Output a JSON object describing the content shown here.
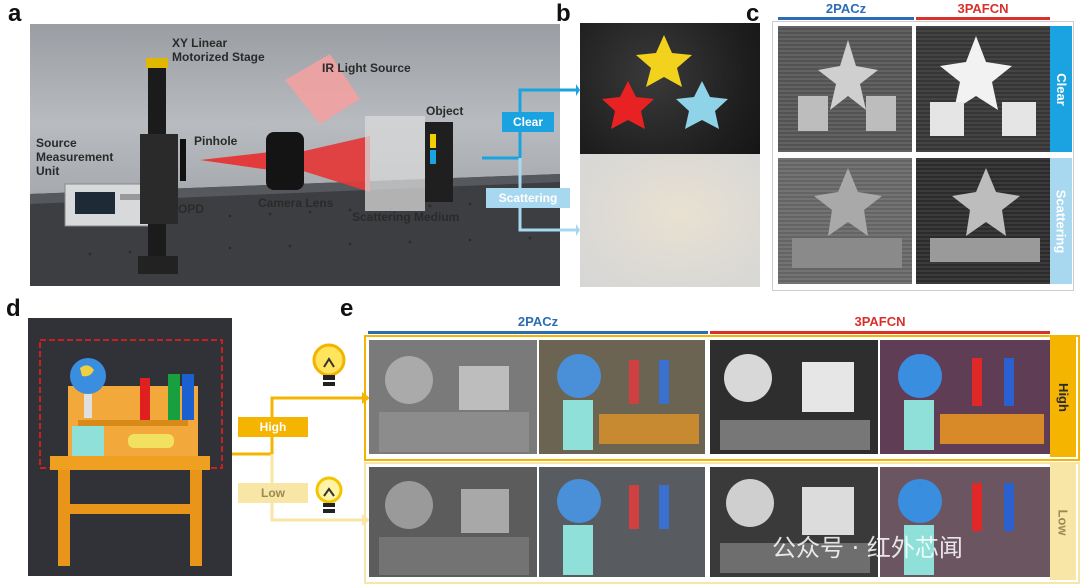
{
  "panels": {
    "a": "a",
    "b": "b",
    "c": "c",
    "d": "d",
    "e": "e"
  },
  "panel_a": {
    "xy_stage": "XY Linear\nMotorized Stage",
    "ir_source": "IR Light Source",
    "object": "Object",
    "smu": "Source\nMeasurement\nUnit",
    "pinhole": "Pinhole",
    "opd": "OPD",
    "camera_lens": "Camera Lens",
    "medium": "Scattering Medium"
  },
  "arrow_tags": {
    "clear": "Clear",
    "scattering": "Scattering",
    "high": "High",
    "low": "Low"
  },
  "panel_c": {
    "col1": "2PACz",
    "col2": "3PAFCN",
    "row1": "Clear",
    "row2": "Scattering"
  },
  "panel_e": {
    "col1": "2PACz",
    "col2": "3PAFCN",
    "row1": "High",
    "row2": "Low"
  },
  "colors": {
    "blue": "#1aa3e0",
    "light_blue": "#a8d8f0",
    "red": "#d9302c",
    "yellow": "#f5b400",
    "light_yellow": "#f7e6a6",
    "dark_blue": "#2a6db5"
  },
  "watermark": "公众号 · 红外芯闻"
}
